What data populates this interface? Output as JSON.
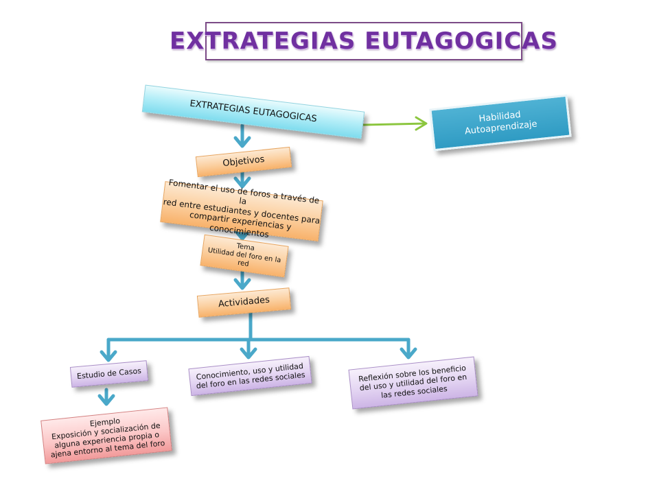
{
  "title": "EXTRATEGIAS  EUTAGOGICAS",
  "nodes": {
    "root": "EXTRATEGIAS EUTAGOGICAS",
    "habilidad_line1": "Habilidad",
    "habilidad_line2": "Autoaprendizaje",
    "objetivos": "Objetivos",
    "objetivo_line1": "Fomentar el uso de foros a través de la",
    "objetivo_line2": "red entre estudiantes y docentes para",
    "objetivo_line3": "compartir experiencias y conocimientos",
    "tema_line1": "Tema",
    "tema_line2": "Utilidad del foro en la red",
    "actividades": "Actividades",
    "estudio": "Estudio de Casos",
    "conocimiento_line1": "Conocimiento, uso y utilidad",
    "conocimiento_line2": "del foro en las redes sociales",
    "reflexion_line1": "Reflexión sobre los beneficio",
    "reflexion_line2": "del uso y utilidad del foro en",
    "reflexion_line3": "las redes sociales",
    "ejemplo_line1": "Ejemplo",
    "ejemplo_line2": "Exposición y socialización de",
    "ejemplo_line3": "alguna experiencia propia o",
    "ejemplo_line4": "ajena entorno al tema del foro"
  },
  "colors": {
    "title": "#7030a0",
    "connector": "#4aa8c9",
    "green_arrow": "#8cc63f"
  }
}
